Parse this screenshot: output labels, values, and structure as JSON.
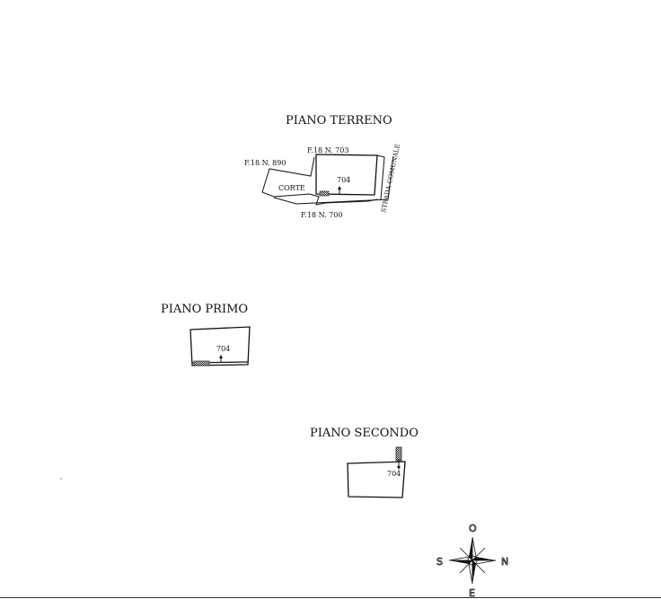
{
  "floors": {
    "terreno": {
      "title": "PIANO TERRENO",
      "parcel_north": "F.18 N. 703",
      "parcel_west": "F.18 N. 890",
      "parcel_south": "F.18 N. 700",
      "court": "CORTE",
      "parcel": "704",
      "road": "STRADA COMUNALE"
    },
    "primo": {
      "title": "PIANO PRIMO",
      "parcel": "704"
    },
    "secondo": {
      "title": "PIANO SECONDO",
      "parcel": "704"
    }
  },
  "compass": {
    "top": "O",
    "left": "S",
    "right": "N",
    "bottom": "E"
  }
}
